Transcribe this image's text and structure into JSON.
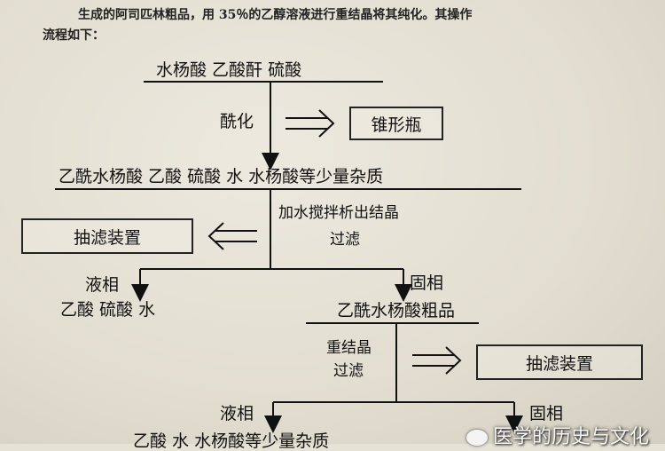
{
  "intro": {
    "line1": "生成的阿司匹林粗品，用 35％的乙醇溶液进行重结晶将其纯化。其操作",
    "line2": "流程如下："
  },
  "flow": {
    "reagents": "水杨酸  乙酸酐  硫酸",
    "step1_label": "酰化",
    "step1_equipment": "锥形瓶",
    "mixture": "乙酰水杨酸  乙酸   硫酸  水  水杨酸等少量杂质",
    "step2_line1": "加水搅拌析出结晶",
    "step2_line2": "过滤",
    "step2_equipment": "抽滤装置",
    "liquid1_label": "液相",
    "liquid1_content": "乙酸  硫酸  水",
    "solid1_label": "固相",
    "solid1_content": "乙酰水杨酸粗品",
    "step3_line1": "重结晶",
    "step3_line2": "过滤",
    "step3_equipment": "抽滤装置",
    "liquid2_label": "液相",
    "liquid2_content": "乙酸  水  水杨酸等少量杂质",
    "solid2_label": "固相"
  },
  "watermark": "医学的历史与文化"
}
